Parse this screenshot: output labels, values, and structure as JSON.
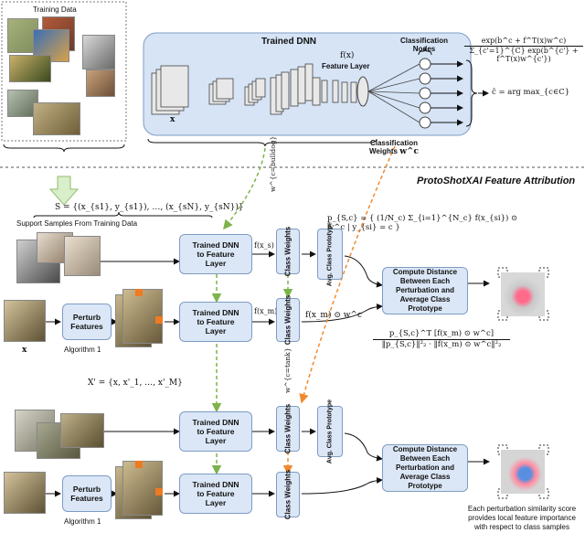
{
  "top": {
    "training_data_label": "Training Data",
    "trained_dnn_label": "Trained DNN",
    "feature_func": "f(x)",
    "feature_layer_label": "Feature Layer",
    "input_label": "x",
    "class_nodes_label_1": "Classification",
    "class_nodes_label_2": "Nodes",
    "class_weights_label_1": "Classification",
    "class_weights_label_2": "Weights",
    "class_weights_symbol": "w^c",
    "softmax_num": "exp(b^c + f^T(x)w^c)",
    "softmax_den": "Σ_{c'=1}^{C} exp(b^{c'} + f^T(x)w^{c'})",
    "argmax_eq": "ĉ = arg max_{c∈C}"
  },
  "section_title": "ProtoShotXAI Feature Attribution",
  "support": {
    "set_eq": "S = {(x_{s1}, y_{s1}), …, (x_{sN}, y_{sN})}",
    "caption": "Support Samples From Training Data",
    "proto_eq": "p_{S,c} = { (1/N_c) Σ_{i=1}^{N_c} f(x_{si}) ⊙ w^c | y_{si} = c }",
    "fx_s": "f(x_s)"
  },
  "query": {
    "x_label": "x",
    "perturb_label_1": "Perturb",
    "perturb_label_2": "Features",
    "algorithm_label": "Algorithm 1",
    "xprime_eq": "X' = {x, x'_1, …, x'_M}",
    "fx_m": "f(x_m)",
    "fxw": "f(x_m) ⊙ w^c",
    "score_num": "p_{S,c}^T [f(x_m) ⊙ w^c]",
    "score_den": "‖p_{S,c}‖²₂ · ‖f(x_m) ⊙ w^c‖²₂"
  },
  "blocks": {
    "dnn_line1": "Trained DNN",
    "dnn_line2": "to Feature",
    "dnn_line3": "Layer",
    "class_weights": "Class Weights",
    "avg_proto": "Avg. Class Prototype",
    "compute_dist": "Compute Distance Between Each Perturbation and Average Class Prototype"
  },
  "weights_labels": {
    "bulldog": "w^{c=bulldog}",
    "tank": "w^{c=tank}"
  },
  "caption_bottom": "Each perturbation similarity score provides local feature importance with respect to class samples",
  "colors": {
    "box_fill": "#dbe7f6",
    "box_border": "#7f9cc4",
    "dnn_panel": "#d6e4f6",
    "green_arrow": "#7db34a",
    "orange_arrow": "#f08a30"
  }
}
